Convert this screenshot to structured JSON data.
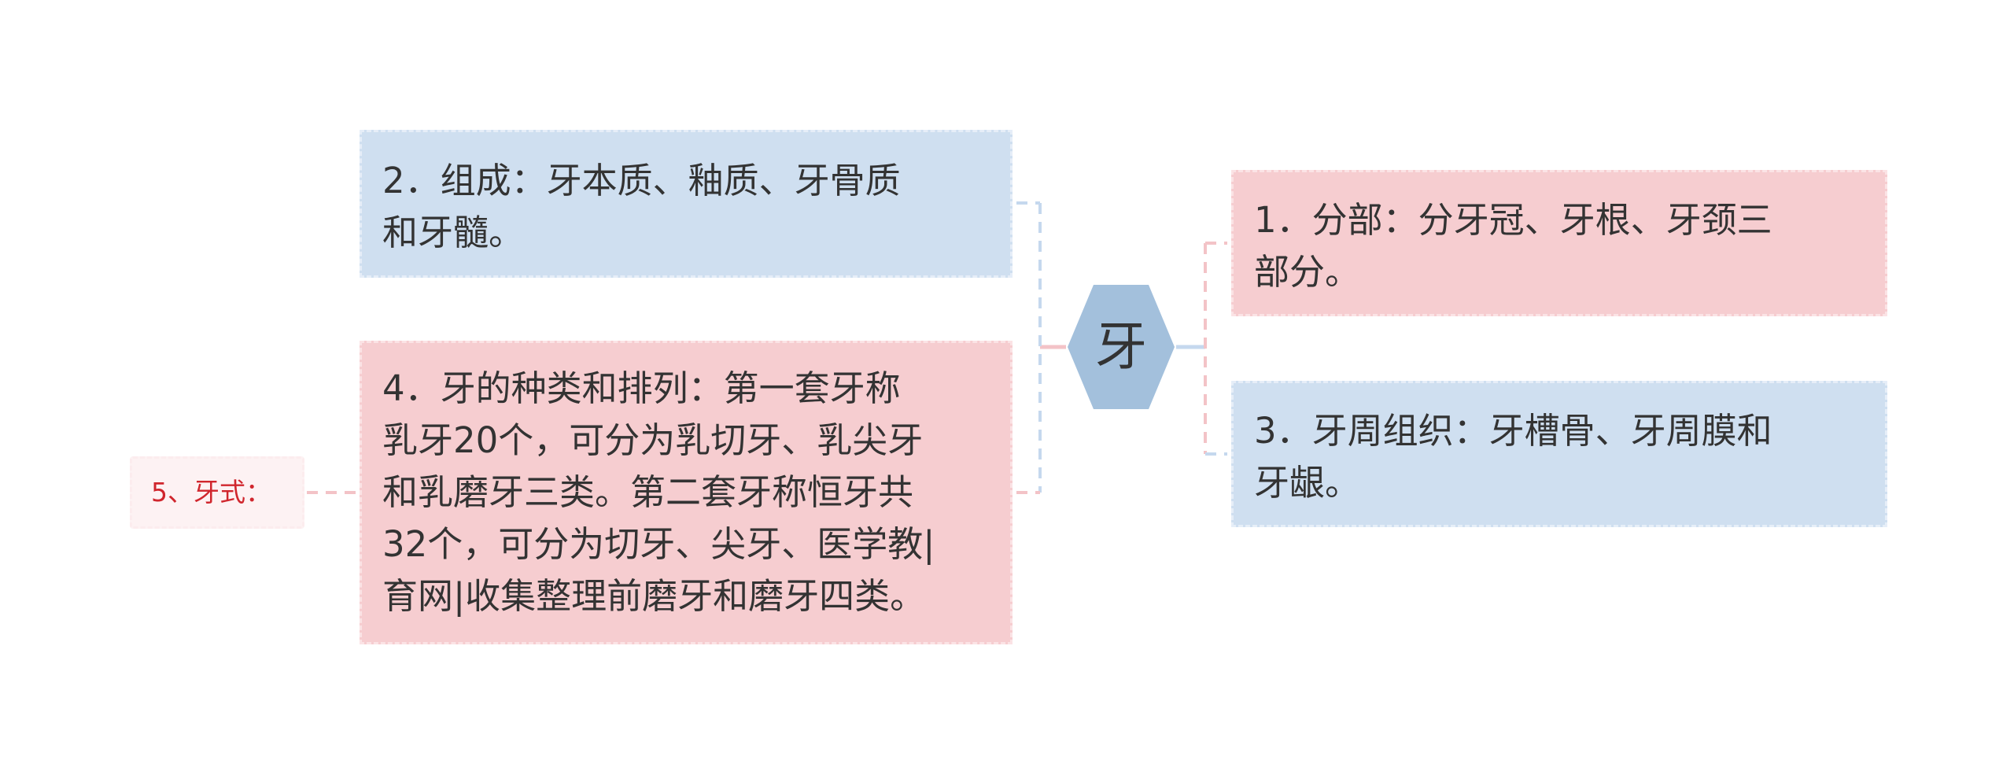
{
  "root": {
    "label": "牙"
  },
  "nodes": {
    "n1": {
      "text": "1．分部：分牙冠、牙根、牙颈三\n部分。"
    },
    "n2": {
      "text": "2．组成：牙本质、釉质、牙骨质\n和牙髓。"
    },
    "n3": {
      "text": "3．牙周组织：牙槽骨、牙周膜和\n牙龈。"
    },
    "n4": {
      "text": "4．牙的种类和排列：第一套牙称\n乳牙20个，可分为乳切牙、乳尖牙\n和乳磨牙三类。第二套牙称恒牙共\n32个，可分为切牙、尖牙、医学教|\n育网|收集整理前磨牙和磨牙四类。"
    },
    "n5": {
      "text": "5、牙式："
    }
  },
  "colors": {
    "blue_fill": "#cfdff0",
    "pink_fill": "#f6cdd0",
    "root_fill": "#a3c0dc",
    "red_text": "#d0262d",
    "blue_line": "#c5d8ee",
    "pink_line": "#f3c3c7"
  }
}
